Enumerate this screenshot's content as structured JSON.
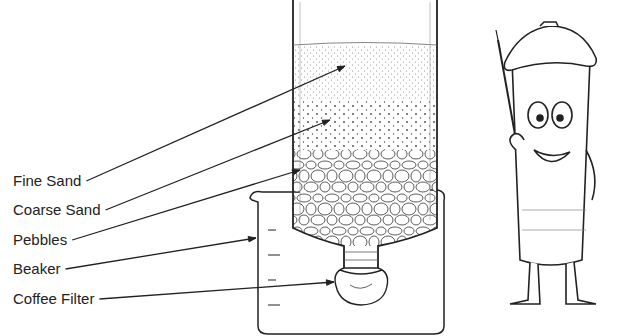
{
  "diagram": {
    "labels": [
      "Fine Sand",
      "Coarse Sand",
      "Pebbles",
      "Beaker",
      "Coffee Filter"
    ]
  }
}
